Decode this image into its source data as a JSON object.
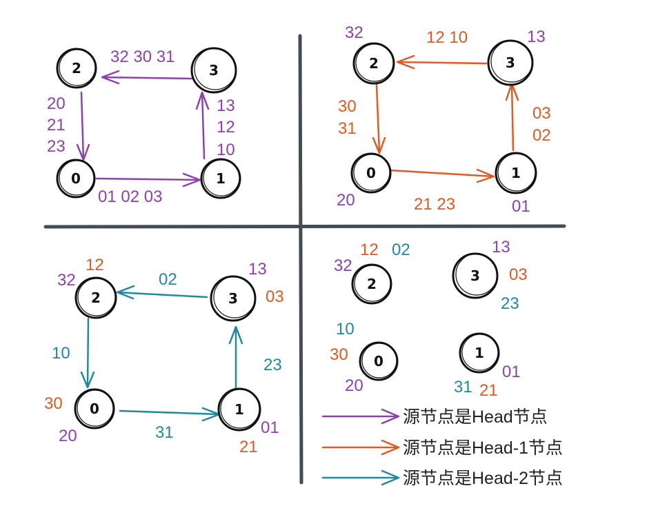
{
  "colors": {
    "head": "#8e3fb0",
    "head_1": "#e05a22",
    "head_2": "#1f8a9e",
    "divider": "#444c55",
    "node": "#111111"
  },
  "nodes": [
    "0",
    "1",
    "2",
    "3"
  ],
  "quadrants": {
    "top_left": {
      "edge_2_3_label": "32 30 31",
      "edge_2_0_labels": [
        "20",
        "21",
        "23"
      ],
      "edge_1_3_labels": [
        "13",
        "12",
        "10"
      ],
      "edge_0_1_label": "01 02 03"
    },
    "top_right": {
      "node2_label": "32",
      "edge_3_2_label": "12 10",
      "node3_label": "13",
      "edge_2_0_labels": [
        "30",
        "31"
      ],
      "edge_1_3_labels": [
        "03",
        "02"
      ],
      "node0_label": "20",
      "edge_0_1_label": "21 23",
      "node1_label": "01"
    },
    "bottom_left": {
      "node2_label_head_1": "12",
      "node2_label_head": "32",
      "edge_3_2_label": "02",
      "node3_label_head": "13",
      "node3_label_head_1": "03",
      "edge_2_0_label": "10",
      "edge_1_3_label": "23",
      "node0_label_head_1": "30",
      "node0_label_head": "20",
      "edge_0_1_label": "31",
      "node1_label_head": "01",
      "node1_label_head_1": "21"
    },
    "bottom_right": {
      "node2_label_head": "32",
      "node2_label_head_1": "12",
      "node2_label_head_2": "02",
      "node3_label_head": "13",
      "node3_label_head_1": "03",
      "node3_label_head_2": "23",
      "node0_label_head_2": "10",
      "node0_label_head_1": "30",
      "node0_label_head": "20",
      "node1_label_head": "01",
      "node1_label_head_2": "31",
      "node1_label_head_1": "21"
    }
  },
  "legend": [
    {
      "label": "源节点是Head节点",
      "color": "#8e3fb0"
    },
    {
      "label": "源节点是Head-1节点",
      "color": "#e05a22"
    },
    {
      "label": "源节点是Head-2节点",
      "color": "#1f8a9e"
    }
  ]
}
